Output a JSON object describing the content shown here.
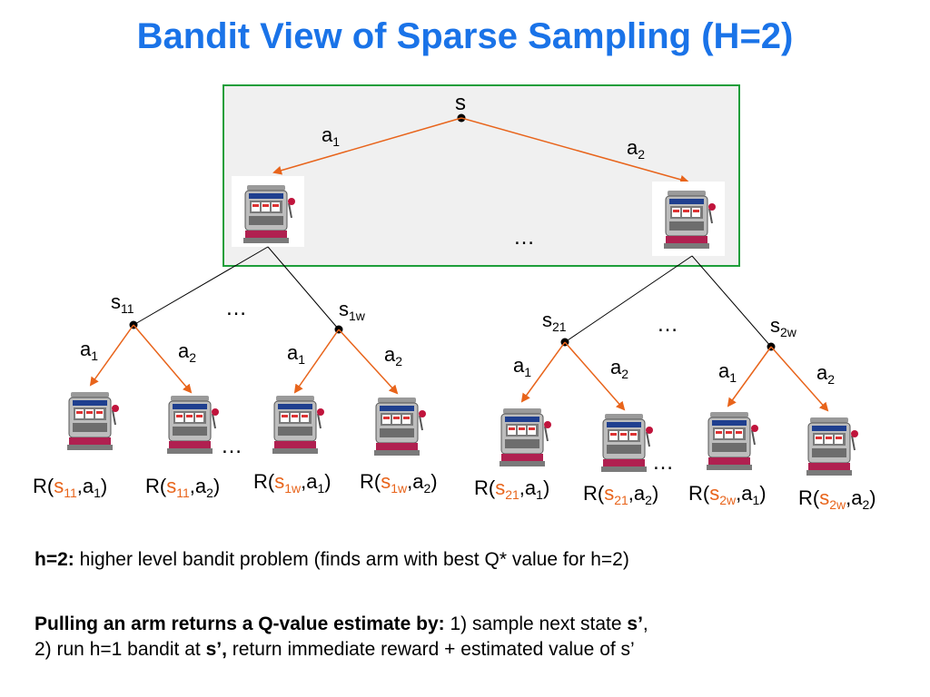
{
  "title": "Bandit View of Sparse Sampling (H=2)",
  "root": {
    "state": "s",
    "actions": [
      "a",
      "a"
    ],
    "action_indices": [
      "1",
      "2"
    ]
  },
  "ellipsis": "…",
  "level1_states": [
    {
      "base": "s",
      "sub": "11"
    },
    {
      "base": "s",
      "sub": "1w"
    },
    {
      "base": "s",
      "sub": "21"
    },
    {
      "base": "s",
      "sub": "2w"
    }
  ],
  "rewards": [
    {
      "prefix": "R(",
      "state": "s",
      "state_sub": "11",
      "mid": ",a",
      "action_sub": "1",
      "suffix": ")"
    },
    {
      "prefix": "R(",
      "state": "s",
      "state_sub": "11",
      "mid": ",a",
      "action_sub": "2",
      "suffix": ")"
    },
    {
      "prefix": "R(",
      "state": "s",
      "state_sub": "1w",
      "mid": ",a",
      "action_sub": "1",
      "suffix": ")"
    },
    {
      "prefix": "R(",
      "state": "s",
      "state_sub": "1w",
      "mid": ",a",
      "action_sub": "2",
      "suffix": ")"
    },
    {
      "prefix": "R(",
      "state": "s",
      "state_sub": "21",
      "mid": ",a",
      "action_sub": "1",
      "suffix": ")"
    },
    {
      "prefix": "R(",
      "state": "s",
      "state_sub": "21",
      "mid": ",a",
      "action_sub": "2",
      "suffix": ")"
    },
    {
      "prefix": "R(",
      "state": "s",
      "state_sub": "2w",
      "mid": ",a",
      "action_sub": "1",
      "suffix": ")"
    },
    {
      "prefix": "R(",
      "state": "s",
      "state_sub": "2w",
      "mid": ",a",
      "action_sub": "2",
      "suffix": ")"
    }
  ],
  "line1_bold": "h=2:",
  "line1_rest": " higher level bandit problem (finds arm with best Q* value for h=2)",
  "line2_bold": "Pulling an arm returns a Q-value estimate by:",
  "line2_rest": " 1) sample next state ",
  "line2_s": "s’",
  "line2_end": ",",
  "line3_start": "2) run h=1 bandit at ",
  "line3_s": "s’,",
  "line3_rest": " return immediate reward + estimated value of s’",
  "colors": {
    "title": "#1a73e8",
    "arrow": "#e8641b",
    "box_border": "#1e9e3a",
    "box_fill": "#f0f0f0",
    "state_highlight": "#e8641b"
  },
  "icons": {
    "slot_machine": "slot-machine-icon"
  }
}
